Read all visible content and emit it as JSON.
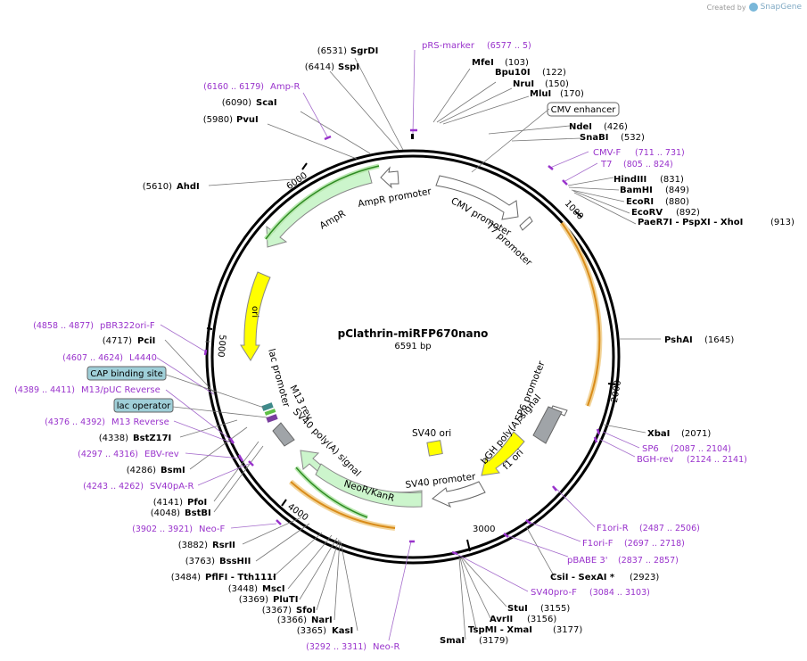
{
  "brand": {
    "created_by": "Created by",
    "app": "SnapGene"
  },
  "plasmid": {
    "name": "pClathrin-miRFP670nano",
    "length": "6591 bp"
  },
  "ticks": [
    "1000",
    "2000",
    "3000",
    "4000",
    "5000",
    "6000"
  ],
  "features": [
    {
      "id": "cmv-promoter",
      "label": "CMV promoter"
    },
    {
      "id": "t7-promoter",
      "label": "T7 promoter"
    },
    {
      "id": "ori",
      "label": "ori"
    },
    {
      "id": "ampr",
      "label": "AmpR"
    },
    {
      "id": "ampr-promoter",
      "label": "AmpR promoter"
    },
    {
      "id": "lac-promoter",
      "label": "lac promoter"
    },
    {
      "id": "m13-rev",
      "label": "M13 rev"
    },
    {
      "id": "sv40-polya",
      "label": "SV40 poly(A) signal"
    },
    {
      "id": "neor-kanr",
      "label": "NeoR/KanR"
    },
    {
      "id": "sv40-promoter",
      "label": "SV40 promoter"
    },
    {
      "id": "sv40-ori",
      "label": "SV40 ori"
    },
    {
      "id": "bgh-polya",
      "label": "bGH poly(A) signal"
    },
    {
      "id": "sp6-promoter",
      "label": "SP6 promoter"
    },
    {
      "id": "f1-ori",
      "label": "f1 ori"
    }
  ],
  "labels": [
    {
      "num": "(6531)",
      "name": "SgrDI"
    },
    {
      "num": "(6414)",
      "name": "SspI"
    },
    {
      "num": "(6090)",
      "name": "ScaI"
    },
    {
      "num": "(5980)",
      "name": "PvuI"
    },
    {
      "num": "(5610)",
      "name": "AhdI"
    },
    {
      "num": "(4717)",
      "name": "PciI"
    },
    {
      "num": "(4338)",
      "name": "BstZ17I"
    },
    {
      "num": "(4286)",
      "name": "BsmI"
    },
    {
      "num": "(4141)",
      "name": "PfoI"
    },
    {
      "num": "(4048)",
      "name": "BstBI"
    },
    {
      "num": "(3882)",
      "name": "RsrII"
    },
    {
      "num": "(3763)",
      "name": "BssHII"
    },
    {
      "num": "(3484)",
      "name": "PflFI - Tth111I"
    },
    {
      "num": "(3448)",
      "name": "MscI"
    },
    {
      "num": "(3369)",
      "name": "PluTI"
    },
    {
      "num": "(3367)",
      "name": "SfoI"
    },
    {
      "num": "(3366)",
      "name": "NarI"
    },
    {
      "num": "(3365)",
      "name": "KasI"
    },
    {
      "name": "MfeI",
      "num": "(103)"
    },
    {
      "name": "Bpu10I",
      "num": "(122)"
    },
    {
      "name": "NruI",
      "num": "(150)"
    },
    {
      "name": "MluI",
      "num": "(170)"
    },
    {
      "name": "NdeI",
      "num": "(426)"
    },
    {
      "name": "SnaBI",
      "num": "(532)"
    },
    {
      "name": "HindIII",
      "num": "(831)"
    },
    {
      "name": "BamHI",
      "num": "(849)"
    },
    {
      "name": "EcoRI",
      "num": "(880)"
    },
    {
      "name": "EcoRV",
      "num": "(892)"
    },
    {
      "name": "PaeR7I - PspXI - XhoI",
      "num": "(913)"
    },
    {
      "name": "PshAI",
      "num": "(1645)"
    },
    {
      "name": "XbaI",
      "num": "(2071)"
    },
    {
      "name": "CsiI - SexAI *",
      "num": "(2923)"
    },
    {
      "name": "StuI",
      "num": "(3155)"
    },
    {
      "name": "AvrII",
      "num": "(3156)"
    },
    {
      "name": "TspMI - XmaI",
      "num": "(3177)"
    },
    {
      "name": "SmaI",
      "num": "(3179)"
    }
  ],
  "primers": [
    {
      "name": "pRS-marker",
      "range": "(6577 .. 5)"
    },
    {
      "range": "(6160 .. 6179)",
      "name": "Amp-R"
    },
    {
      "name": "CMV-F",
      "range": "(711 .. 731)"
    },
    {
      "name": "T7",
      "range": "(805 .. 824)"
    },
    {
      "range": "(4858 .. 4877)",
      "name": "pBR322ori-F"
    },
    {
      "range": "(4607 .. 4624)",
      "name": "L4440"
    },
    {
      "range": "(4389 .. 4411)",
      "name": "M13/pUC Reverse"
    },
    {
      "range": "(4376 .. 4392)",
      "name": "M13 Reverse"
    },
    {
      "range": "(4297 .. 4316)",
      "name": "EBV-rev"
    },
    {
      "range": "(4243 .. 4262)",
      "name": "SV40pA-R"
    },
    {
      "range": "(3902 .. 3921)",
      "name": "Neo-F"
    },
    {
      "range": "(3292 .. 3311)",
      "name": "Neo-R"
    },
    {
      "name": "SP6",
      "range": "(2087 .. 2104)"
    },
    {
      "name": "BGH-rev",
      "range": "(2124 .. 2141)"
    },
    {
      "name": "F1ori-R",
      "range": "(2487 .. 2506)"
    },
    {
      "name": "F1ori-F",
      "range": "(2697 .. 2718)"
    },
    {
      "name": "pBABE 3'",
      "range": "(2837 .. 2857)"
    },
    {
      "name": "SV40pro-F",
      "range": "(3084 .. 3103)"
    }
  ],
  "boxes": [
    {
      "label": "CMV enhancer"
    },
    {
      "label": "CAP binding site"
    },
    {
      "label": "lac operator"
    }
  ],
  "colors": {
    "backbone": "#000000",
    "promoter_fill": "#ffffff",
    "ori_fill": "#ffff00",
    "resistance_fill": "#ccf5cc",
    "orange_bar": "#d98c1a",
    "primer": "#9933cc",
    "gray_box": "#a0a4a8",
    "teal_box": "#9fcfd8",
    "green_line": "#2e8b22"
  }
}
